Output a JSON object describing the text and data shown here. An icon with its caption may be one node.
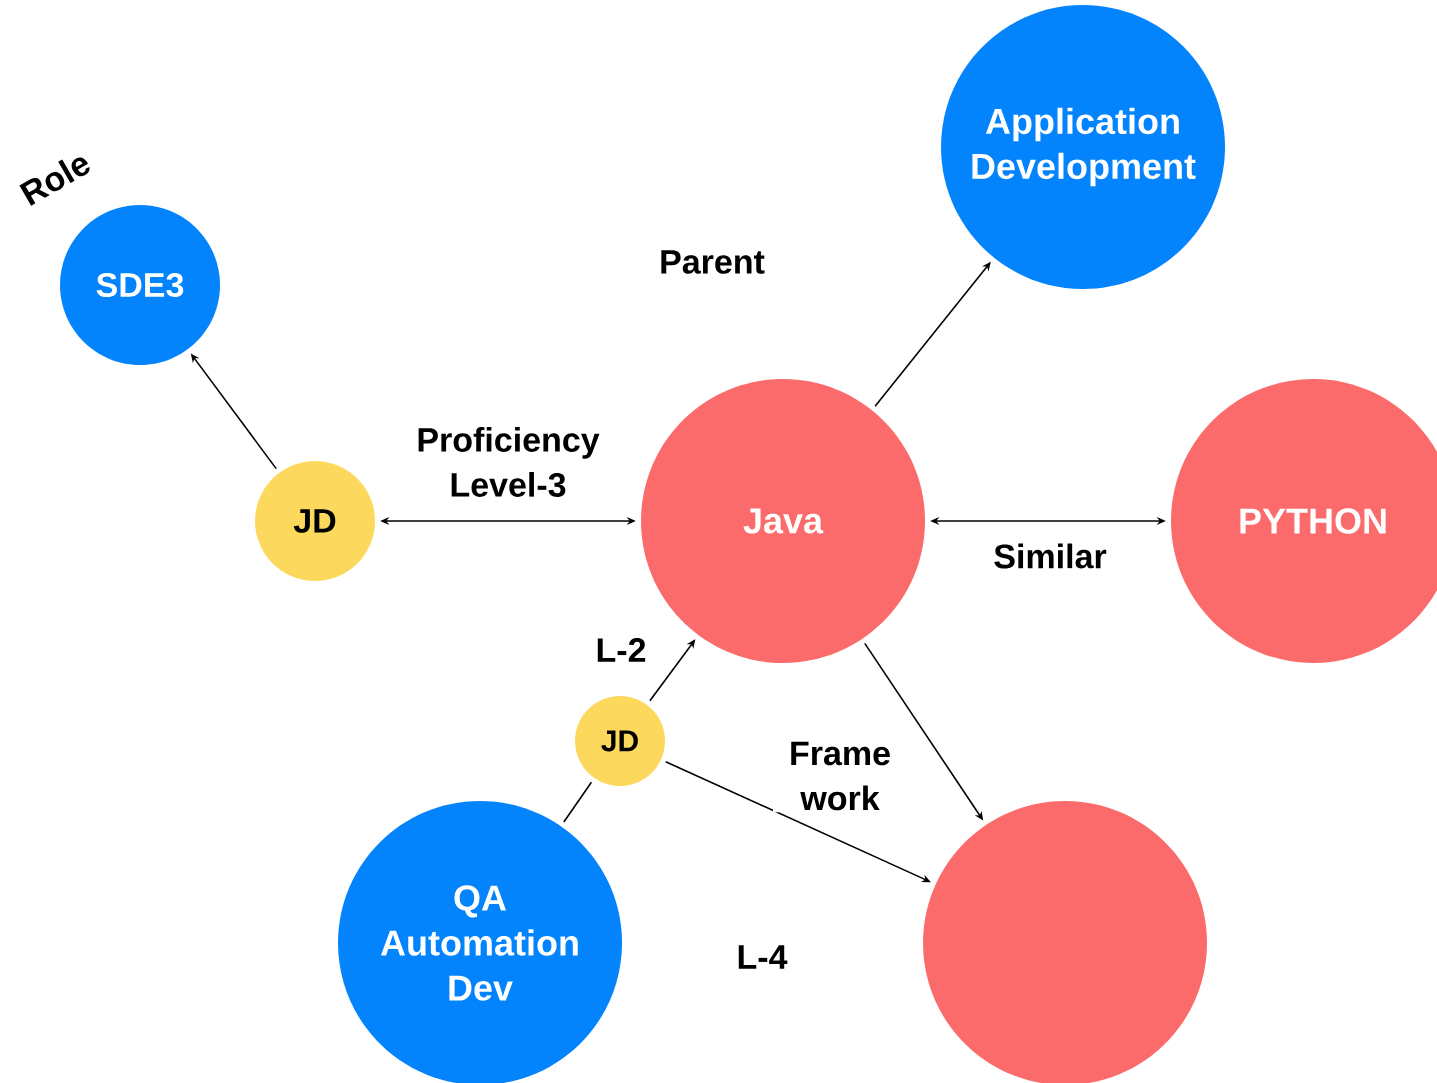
{
  "diagram": {
    "nodes": [
      {
        "text": [
          "SDE3"
        ],
        "beside": [
          "Role"
        ]
      },
      {
        "text": [
          "Application Development"
        ]
      },
      {
        "text": [
          "JD"
        ]
      },
      {
        "text": [
          "Java"
        ]
      },
      {
        "text": [
          "PYTHON"
        ]
      },
      {
        "text": [
          "JD"
        ]
      },
      {
        "text": [
          "QA Automation Dev"
        ]
      },
      {
        "text": [],
        "shape": "circle"
      }
    ],
    "edges": [
      {
        "from": 2,
        "to": 0,
        "arrow": "to"
      },
      {
        "from": 2,
        "to": 3,
        "arrow": "both",
        "label": "Proficiency Level-3"
      },
      {
        "from": 3,
        "to": 1,
        "arrow": "to",
        "label": "Parent"
      },
      {
        "from": 3,
        "to": 4,
        "arrow": "both",
        "label": "Similar"
      },
      {
        "from": 3,
        "to": 7,
        "arrow": "to",
        "label": "Frame work"
      },
      {
        "from": 6,
        "to": 5,
        "arrow": "none"
      },
      {
        "from": 5,
        "to": 3,
        "arrow": "to",
        "label": "L-2"
      },
      {
        "from": 5,
        "to": 7,
        "arrow": "to",
        "label": "L-4"
      }
    ]
  }
}
